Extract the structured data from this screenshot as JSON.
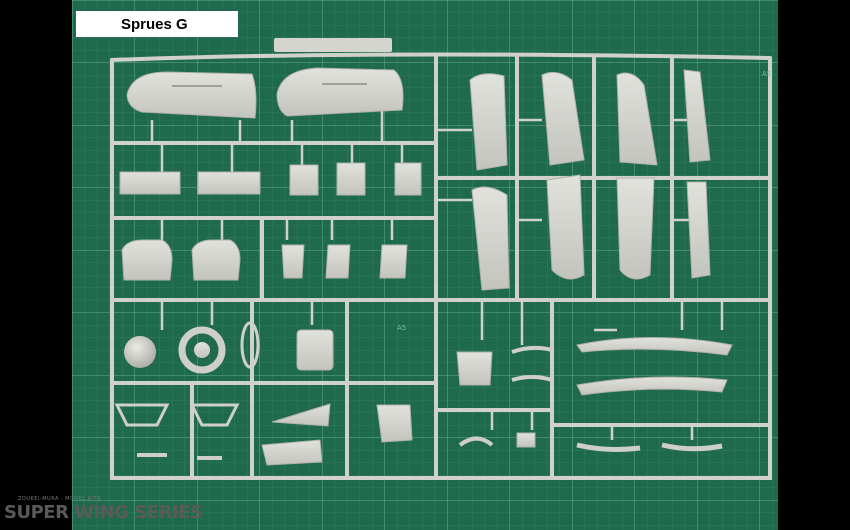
{
  "label": "Sprues G",
  "watermark": {
    "tagline": "ZOUKEI-MURA · MODEL KITS",
    "title": "SUPER WING SERIES"
  },
  "colors": {
    "mat": "#1f6a4c",
    "grid": "#5aa184",
    "plastic": "#d3d3ce",
    "plastic_shade": "#b5b6b0"
  }
}
